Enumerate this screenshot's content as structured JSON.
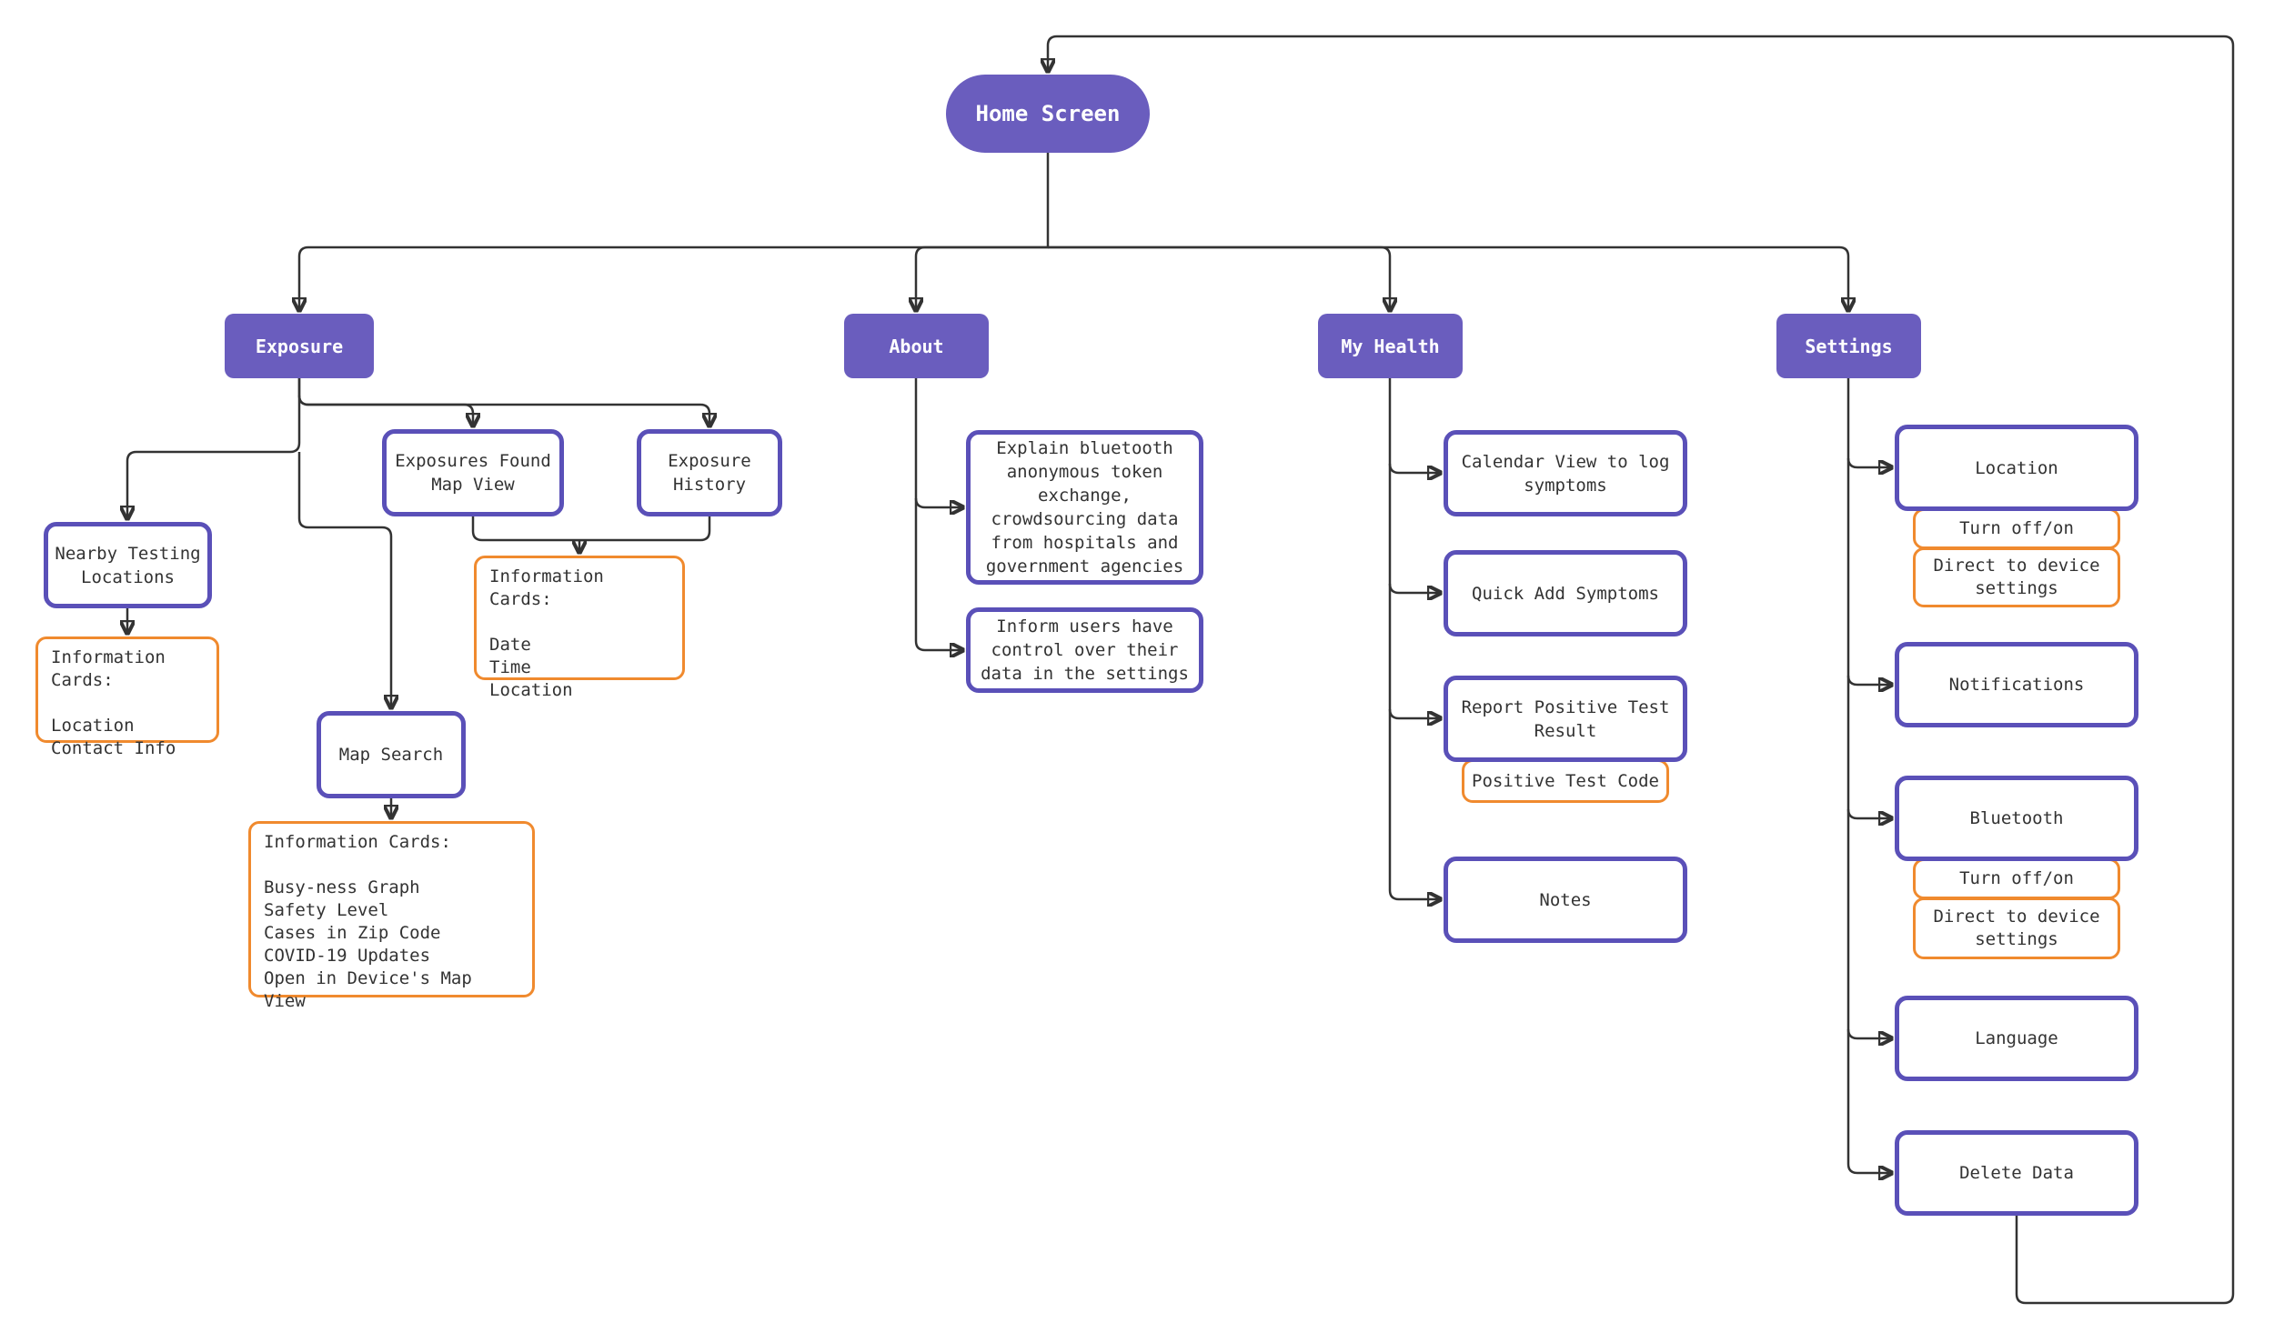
{
  "diagram_title": "COVID app navigation flowchart",
  "colors": {
    "node_fill": "#6a5dbe",
    "node_border": "#5a50b8",
    "card_border": "#f08a2e",
    "line": "#333333",
    "text": "#333333",
    "label_text": "#ffffff"
  },
  "nodes": {
    "home": "Home Screen",
    "exposure": "Exposure",
    "about": "About",
    "my_health": "My Health",
    "settings": "Settings",
    "nearby_testing": "Nearby Testing\nLocations",
    "nearby_info": "Information Cards:\n\nLocation\nContact Info",
    "exposures_found": "Exposures Found\nMap View",
    "exposure_history": "Exposure\nHistory",
    "exposure_info": "Information Cards:\n\nDate\nTime\nLocation",
    "map_search": "Map Search",
    "map_search_info": "Information Cards:\n\nBusy-ness Graph\nSafety Level\nCases in Zip Code\nCOVID-19 Updates\nOpen in Device's Map View",
    "about_explain": "Explain bluetooth\nanonymous token\nexchange,\ncrowdsourcing data\nfrom hospitals and\ngovernment agencies",
    "about_inform": "Inform users have\ncontrol over their\ndata in the settings",
    "calendar_view": "Calendar View to log\nsymptoms",
    "quick_add": "Quick Add Symptoms",
    "report_positive": "Report Positive Test\nResult",
    "positive_code": "Positive Test Code",
    "notes": "Notes",
    "location": "Location",
    "location_turn": "Turn off/on",
    "location_direct": "Direct to device\nsettings",
    "notifications": "Notifications",
    "bluetooth": "Bluetooth",
    "bluetooth_turn": "Turn off/on",
    "bluetooth_direct": "Direct to device\nsettings",
    "language": "Language",
    "delete_data": "Delete Data"
  }
}
